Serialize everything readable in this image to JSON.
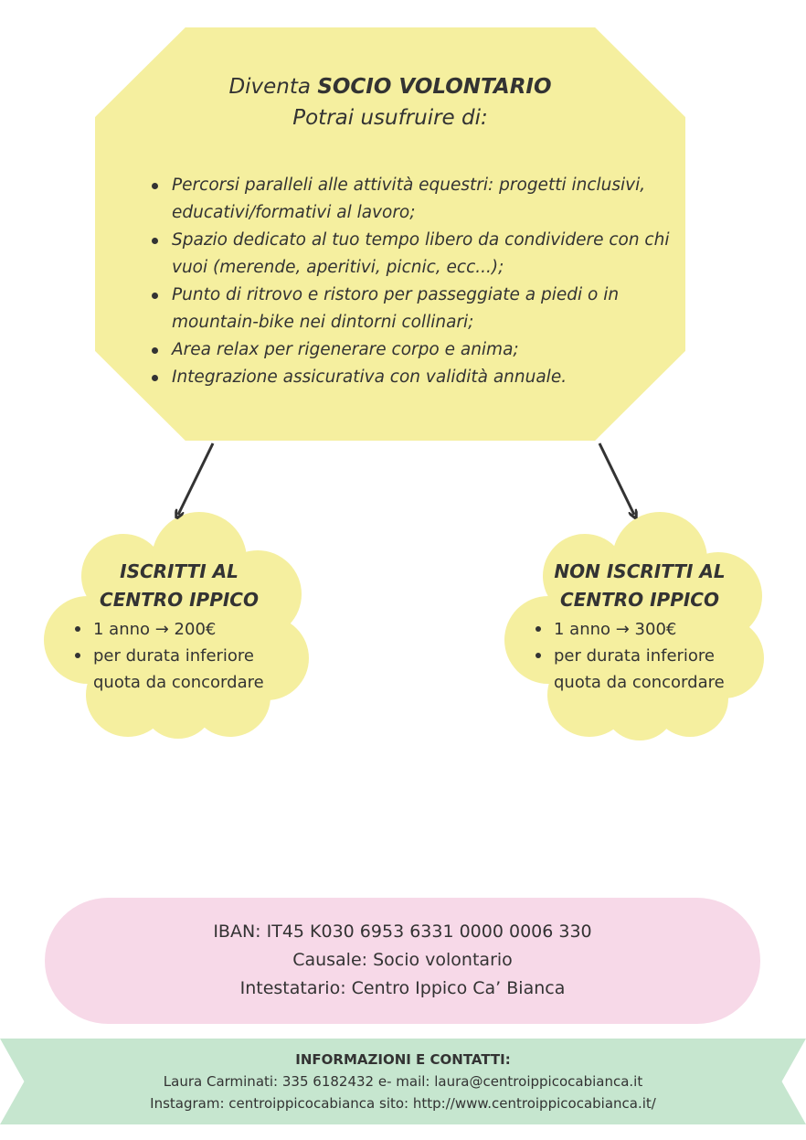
{
  "hero": {
    "title_prefix": "Diventa",
    "title_bold": "SOCIO VOLONTARIO",
    "subtitle": "Potrai usufruire di:",
    "benefits": [
      "Percorsi paralleli alle attività equestri: progetti inclusivi, educativi/formativi al lavoro;",
      "Spazio dedicato al tuo tempo libero da condividere con chi vuoi (merende, aperitivi, picnic, ecc...);",
      "Punto di ritrovo e ristoro per passeggiate a piedi o in mountain-bike nei dintorni collinari;",
      "Area relax per rigenerare corpo e anima;",
      "Integrazione assicurativa con validità annuale."
    ]
  },
  "members": {
    "title_line1": "ISCRITTI AL",
    "title_line2": "CENTRO IPPICO",
    "items": [
      "1 anno → 200€",
      "per durata inferiore quota da concordare"
    ]
  },
  "non_members": {
    "title_line1": "NON ISCRITTI AL",
    "title_line2": "CENTRO IPPICO",
    "items": [
      "1 anno → 300€",
      "per durata inferiore quota da concordare"
    ]
  },
  "payment": {
    "iban": "IBAN: IT45 K030 6953 6331 0000 0006 330",
    "causale": "Causale: Socio volontario",
    "intestatario": "Intestatario: Centro Ippico Ca’ Bianca"
  },
  "contacts": {
    "heading": "INFORMAZIONI E CONTATTI:",
    "line1": "Laura Carminati: 335 6182432   e- mail: laura@centroippicocabianca.it",
    "line2": "Instagram: centroippicocabianca  sito: http://www.centroippicocabianca.it/"
  },
  "colors": {
    "yellow": "#f5ef9f",
    "pink": "#f7d9e8",
    "green": "#c6e6cf",
    "text": "#333333"
  }
}
